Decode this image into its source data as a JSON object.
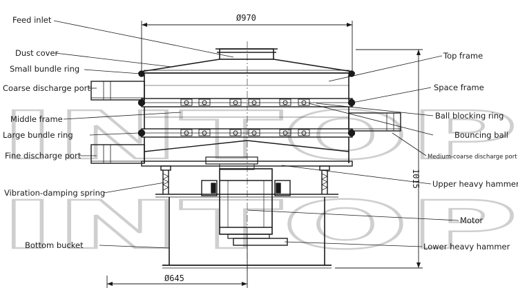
{
  "watermark": "INTOP",
  "dimensions": {
    "top_width": "Ø970",
    "bottom_width": "Ø645",
    "height": "1015"
  },
  "labels_left": {
    "feed_inlet": "Feed inlet",
    "dust_cover": "Dust cover",
    "small_bundle_ring": "Small bundle ring",
    "coarse_discharge_port": "Coarse discharge port",
    "middle_frame": "Middle frame",
    "large_bundle_ring": "Large bundle ring",
    "fine_discharge_port": "Fine discharge port",
    "vibration_damping_spring": "Vibration-damping spring",
    "bottom_bucket": "Bottom bucket"
  },
  "labels_right": {
    "top_frame": "Top frame",
    "space_frame": "Space frame",
    "ball_blocking_ring": "Ball blocking ring",
    "bouncing_ball": "Bouncing ball",
    "medium_coarse_discharge_port": "Medium-coarse discharge port",
    "upper_heavy_hammer": "Upper heavy hammer",
    "motor": "Motor",
    "lower_heavy_hammer": "Lower heavy hammer"
  }
}
